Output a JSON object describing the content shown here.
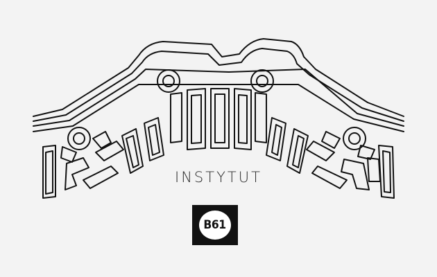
{
  "logo": {
    "wordmark": "INSTYTUT",
    "badge_text": "B61",
    "emblem": "stylized-building-facade-lettering",
    "colors": {
      "background": "#f3f3f3",
      "ink": "#111111",
      "badge_fill": "#111111",
      "badge_circle": "#ffffff"
    }
  }
}
